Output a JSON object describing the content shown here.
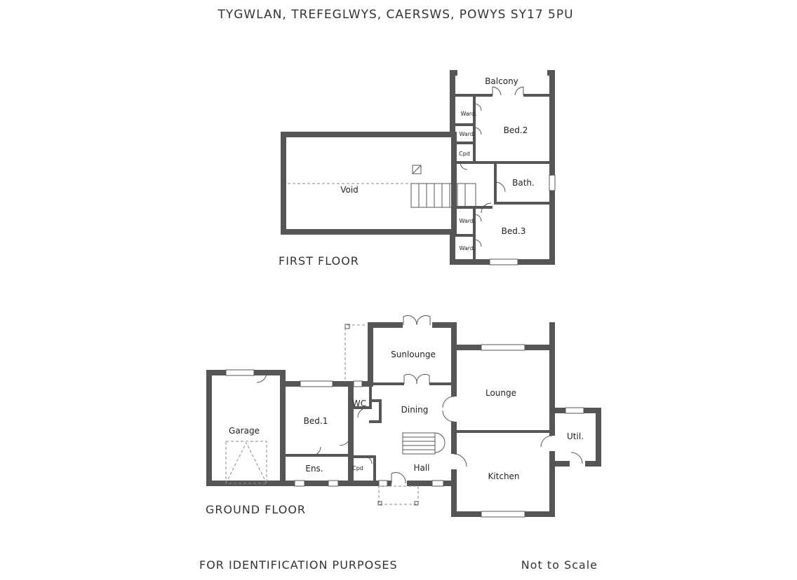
{
  "header": {
    "address": "TYGWLAN, TREFEGLWYS, CAERSWS, POWYS SY17 5PU"
  },
  "first_floor": {
    "title": "FIRST FLOOR",
    "rooms": {
      "balcony": "Balcony",
      "bed2": "Bed.2",
      "ward1": "Ward.",
      "ward2": "Ward.",
      "cpd": "Cpd",
      "void": "Void",
      "bath": "Bath.",
      "ward3": "Ward.",
      "ward4": "Ward.",
      "bed3": "Bed.3"
    }
  },
  "ground_floor": {
    "title": "GROUND FLOOR",
    "rooms": {
      "sunlounge": "Sunlounge",
      "lounge": "Lounge",
      "wc": "WC",
      "dining": "Dining",
      "garage": "Garage",
      "bed1": "Bed.1",
      "util": "Util.",
      "ens": "Ens.",
      "cpd": "Cpd",
      "hall": "Hall",
      "kitchen": "Kitchen"
    }
  },
  "footer": {
    "disclaimer": "FOR IDENTIFICATION PURPOSES",
    "scale_note": "Not to Scale"
  }
}
